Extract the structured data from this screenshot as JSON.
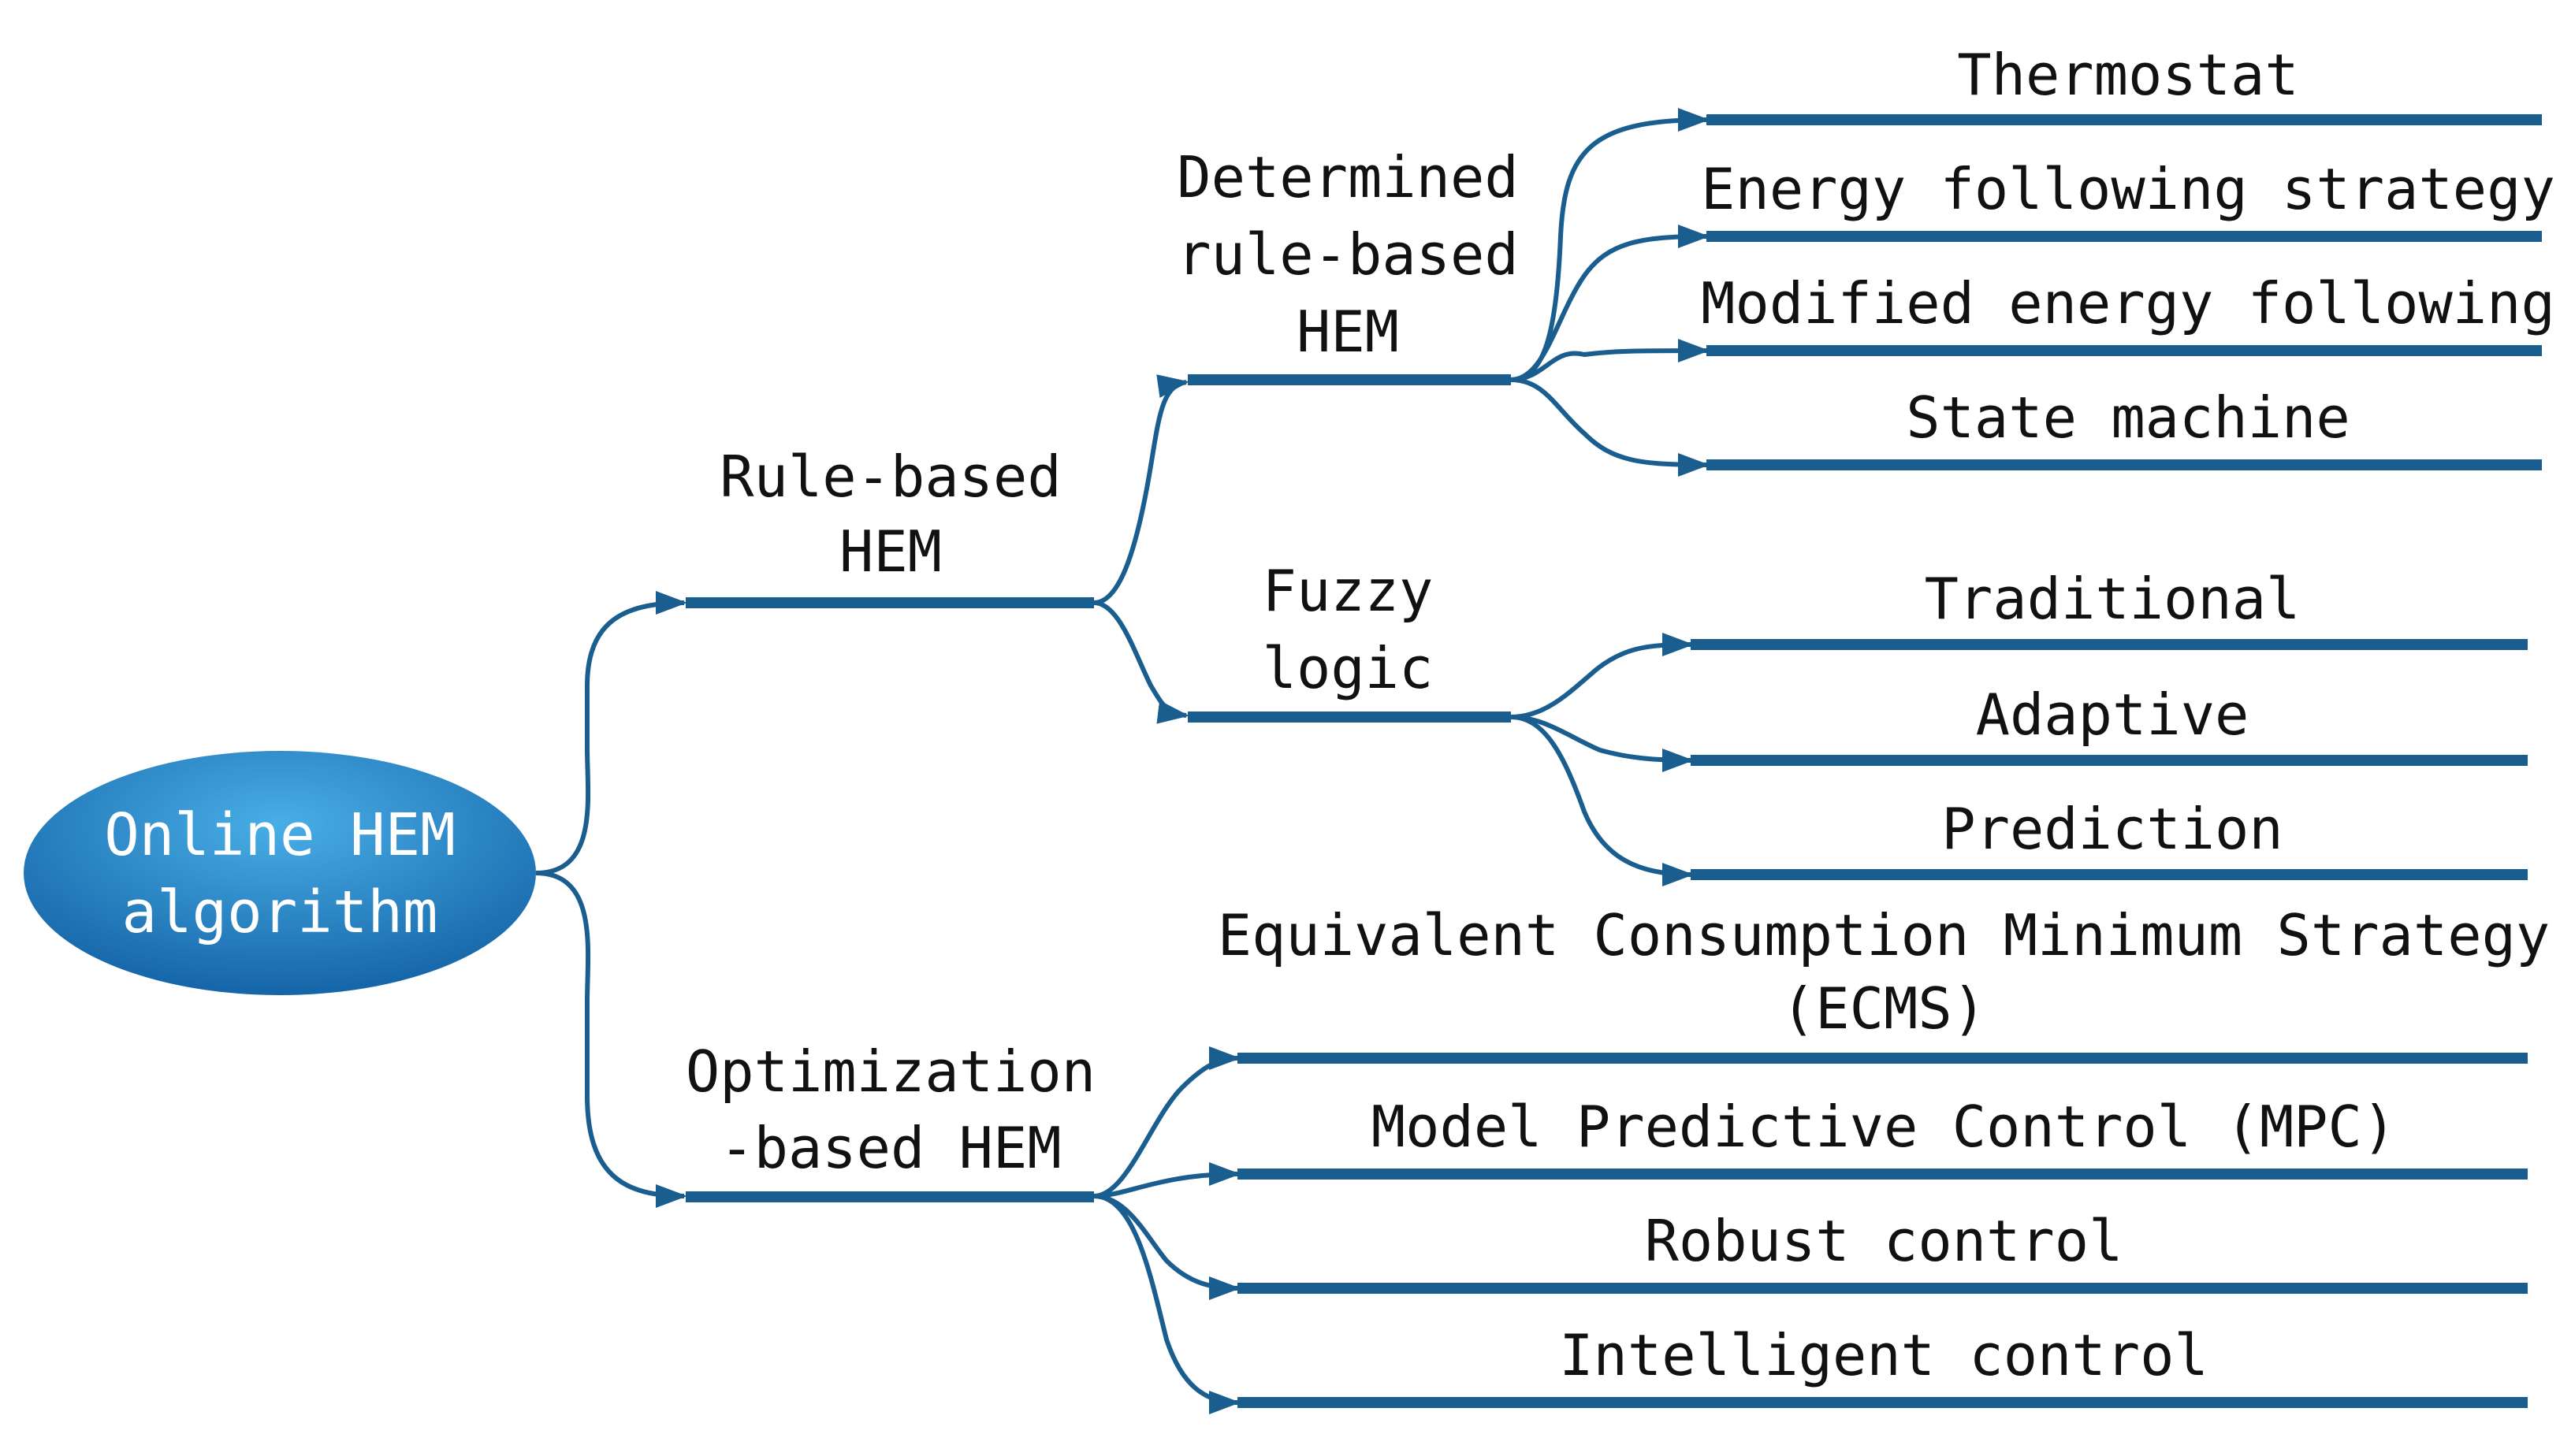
{
  "root": {
    "lines": [
      "Online HEM",
      "algorithm"
    ]
  },
  "level1": {
    "rule_based": {
      "lines": [
        "Rule-based",
        "HEM"
      ]
    },
    "optimization_based": {
      "lines": [
        "Optimization",
        "-based HEM"
      ]
    }
  },
  "level2": {
    "determined": {
      "lines": [
        "Determined",
        "rule-based",
        "HEM"
      ]
    },
    "fuzzy": {
      "lines": [
        "Fuzzy",
        "logic"
      ]
    }
  },
  "leaves": {
    "determined": [
      "Thermostat",
      "Energy following strategy",
      "Modified energy following",
      "State machine"
    ],
    "fuzzy": [
      "Traditional",
      "Adaptive",
      "Prediction"
    ],
    "optimization": [
      {
        "lines": [
          "Equivalent Consumption Minimum Strategy",
          "(ECMS)"
        ]
      },
      {
        "lines": [
          "Model Predictive Control (MPC)"
        ]
      },
      {
        "lines": [
          "Robust control"
        ]
      },
      {
        "lines": [
          "Intelligent control"
        ]
      }
    ]
  },
  "colors": {
    "line": "#1a5e8f",
    "root_fill_light": "#3ea0dc",
    "root_fill_dark": "#1565a8",
    "root_text": "#ffffff",
    "label_text": "#111111"
  }
}
